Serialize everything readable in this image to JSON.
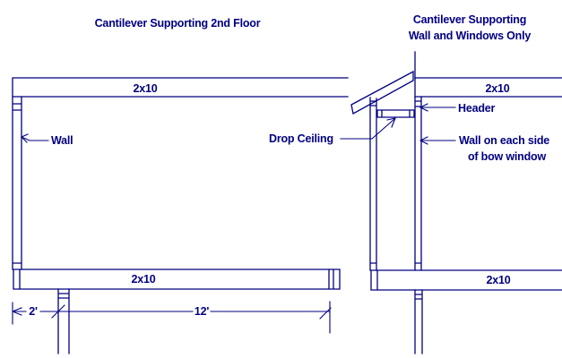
{
  "colors": {
    "ink": "#000080",
    "background": "#ffffff"
  },
  "left_diagram": {
    "title": "Cantilever Supporting 2nd Floor",
    "top_beam_label": "2x10",
    "wall_label": "Wall",
    "bottom_beam_label": "2x10",
    "dim_short": "2'",
    "dim_long": "12'"
  },
  "right_diagram": {
    "title_line1": "Cantilever Supporting",
    "title_line2": "Wall and Windows Only",
    "top_beam_label": "2x10",
    "header_label": "Header",
    "drop_ceiling_label": "Drop Ceiling",
    "wall_note_line1": "Wall on each side",
    "wall_note_line2": "of bow window",
    "bottom_beam_label": "2x10"
  }
}
